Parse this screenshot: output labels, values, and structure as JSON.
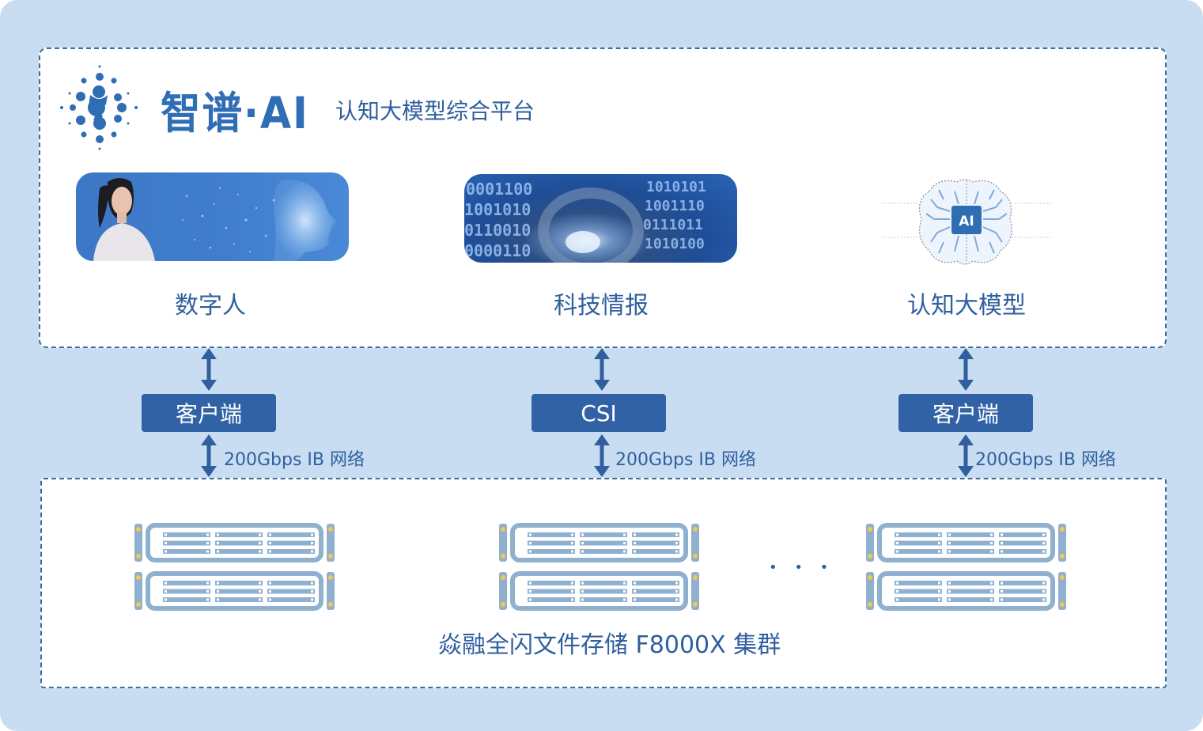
{
  "header": {
    "brand": "智谱·AI",
    "subtitle": "认知大模型综合平台"
  },
  "applications": [
    {
      "label": "数字人",
      "image": "digital-human-image"
    },
    {
      "label": "科技情报",
      "image": "data-tunnel-image"
    },
    {
      "label": "认知大模型",
      "image": "ai-brain-image",
      "chip_label": "AI"
    }
  ],
  "connectors": [
    {
      "label": "客户端",
      "network": "200Gbps IB 网络"
    },
    {
      "label": "CSI",
      "network": "200Gbps IB 网络"
    },
    {
      "label": "客户端",
      "network": "200Gbps IB 网络"
    }
  ],
  "storage": {
    "ellipsis": "• • •",
    "title": "焱融全闪文件存储 F8000X 集群"
  },
  "colors": {
    "background": "#c9ddf2",
    "panel_border": "#3a6f9a",
    "box_fill": "#3162a6",
    "text_blue": "#2f5f9e",
    "rack_blue": "#8fb0cf",
    "rack_led": "#f2c94c"
  }
}
